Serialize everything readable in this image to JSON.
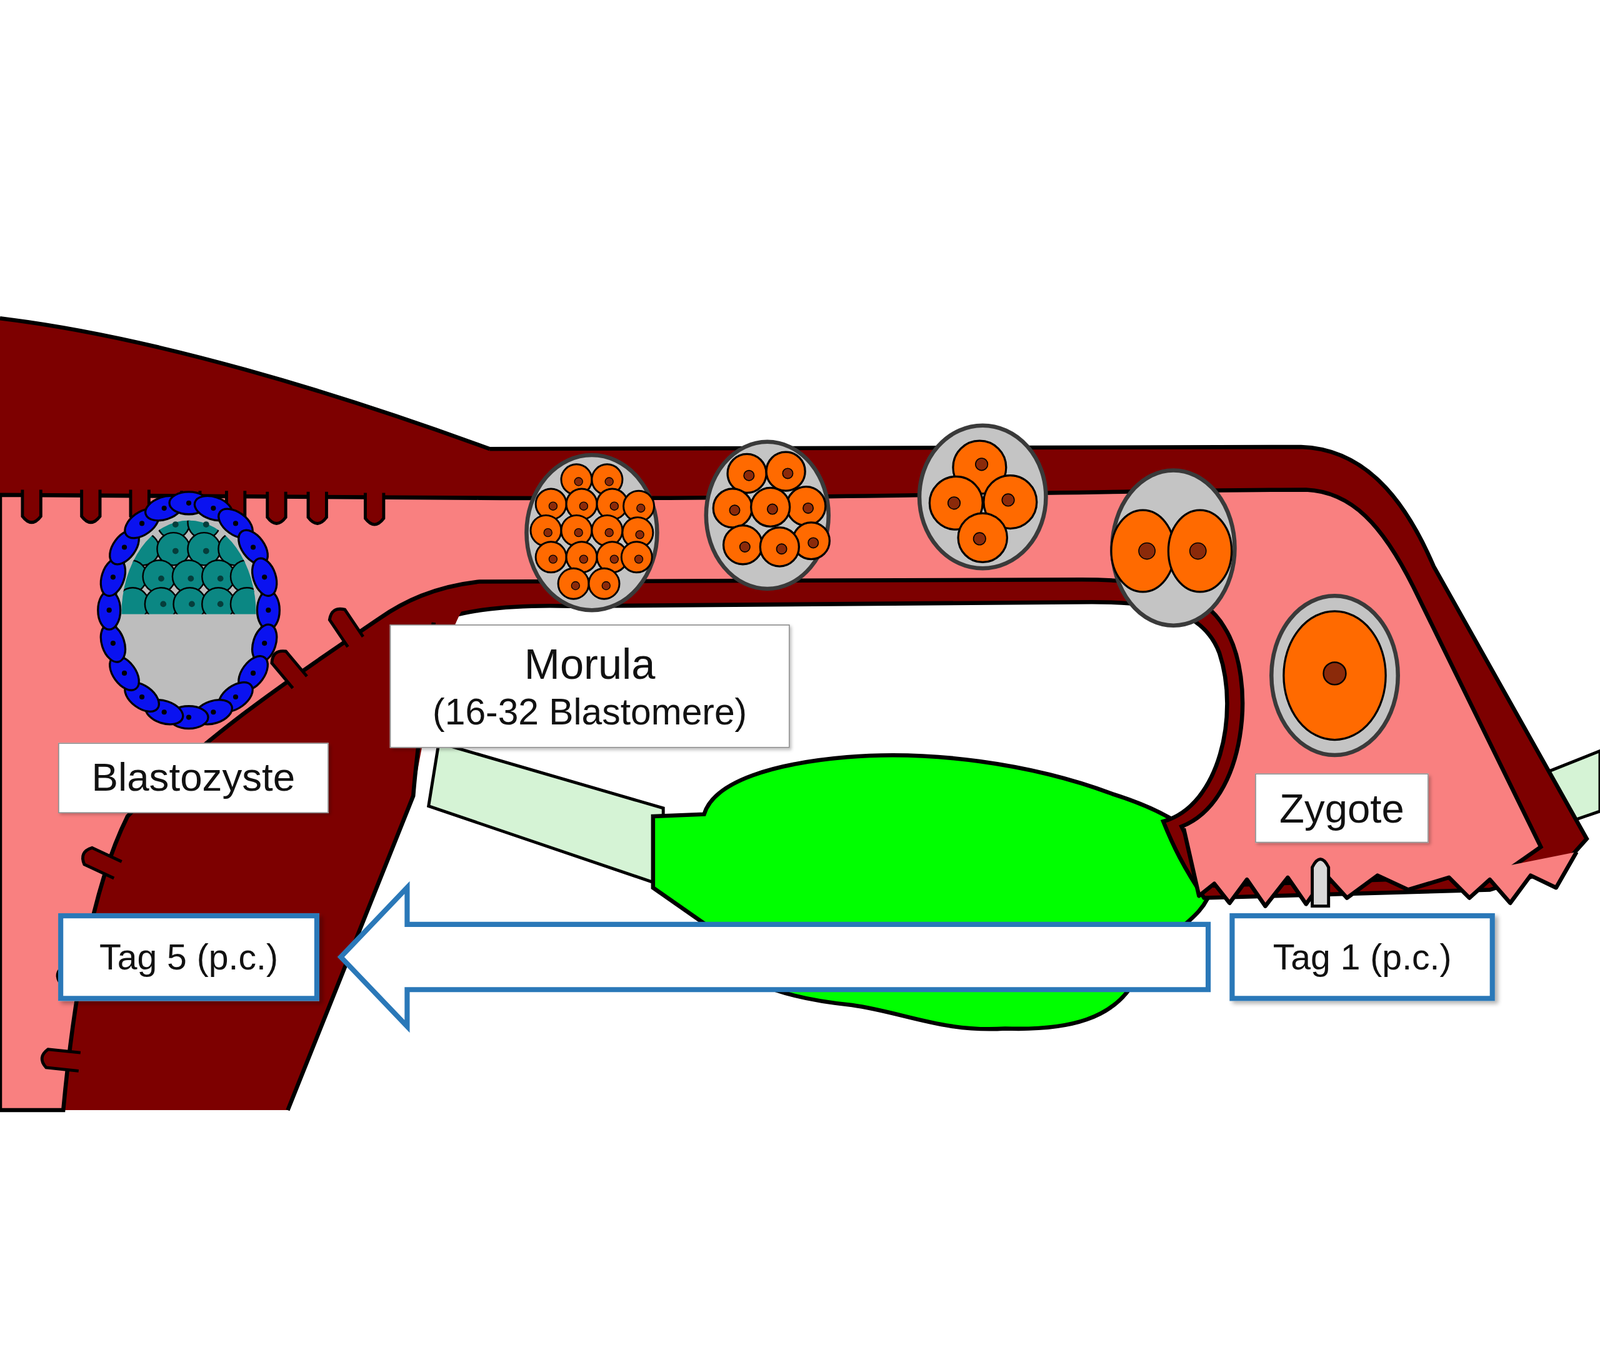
{
  "diagram": {
    "nodes": [
      {
        "text": [
          "Morula",
          "(16-32 Blastomere)"
        ]
      },
      {
        "text": [
          "Blastozyste"
        ]
      },
      {
        "text": [
          "Zygote"
        ]
      },
      {
        "text": [
          "Tag 5 (p.c.)"
        ]
      },
      {
        "text": [
          "Tag 1 (p.c.)"
        ]
      }
    ],
    "edges": [
      {
        "from": 4,
        "to": 3,
        "arrow": "to"
      }
    ]
  }
}
